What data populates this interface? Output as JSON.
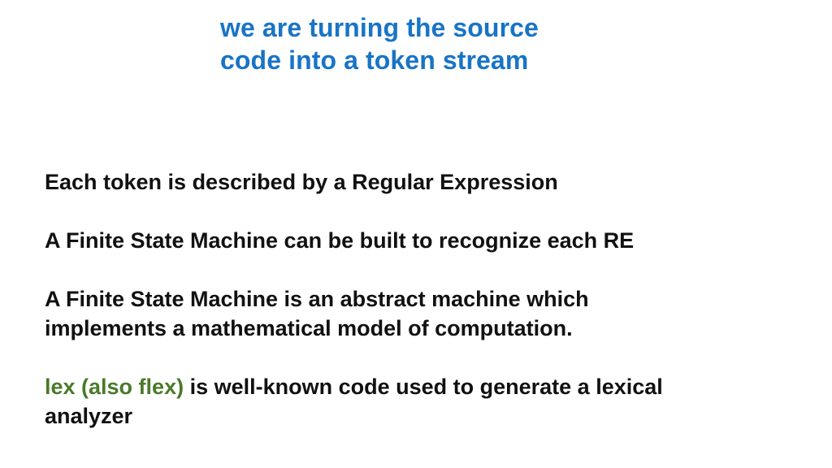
{
  "title": {
    "line1": "we are turning the source",
    "line2": "code into a token stream"
  },
  "body": {
    "p1": "Each token is described by a Regular Expression",
    "p2": "A Finite State Machine can be built to recognize each RE",
    "p3_line1": "A Finite State Machine is an abstract machine which",
    "p3_line2": "implements a mathematical model of computation.",
    "p4_highlight": "lex (also flex)",
    "p4_rest": " is well-known code used to generate a lexical",
    "p4_line2": "analyzer"
  },
  "colors": {
    "title": "#1874c6",
    "body": "#111111",
    "highlight": "#4a7a2a",
    "background": "#ffffff"
  }
}
